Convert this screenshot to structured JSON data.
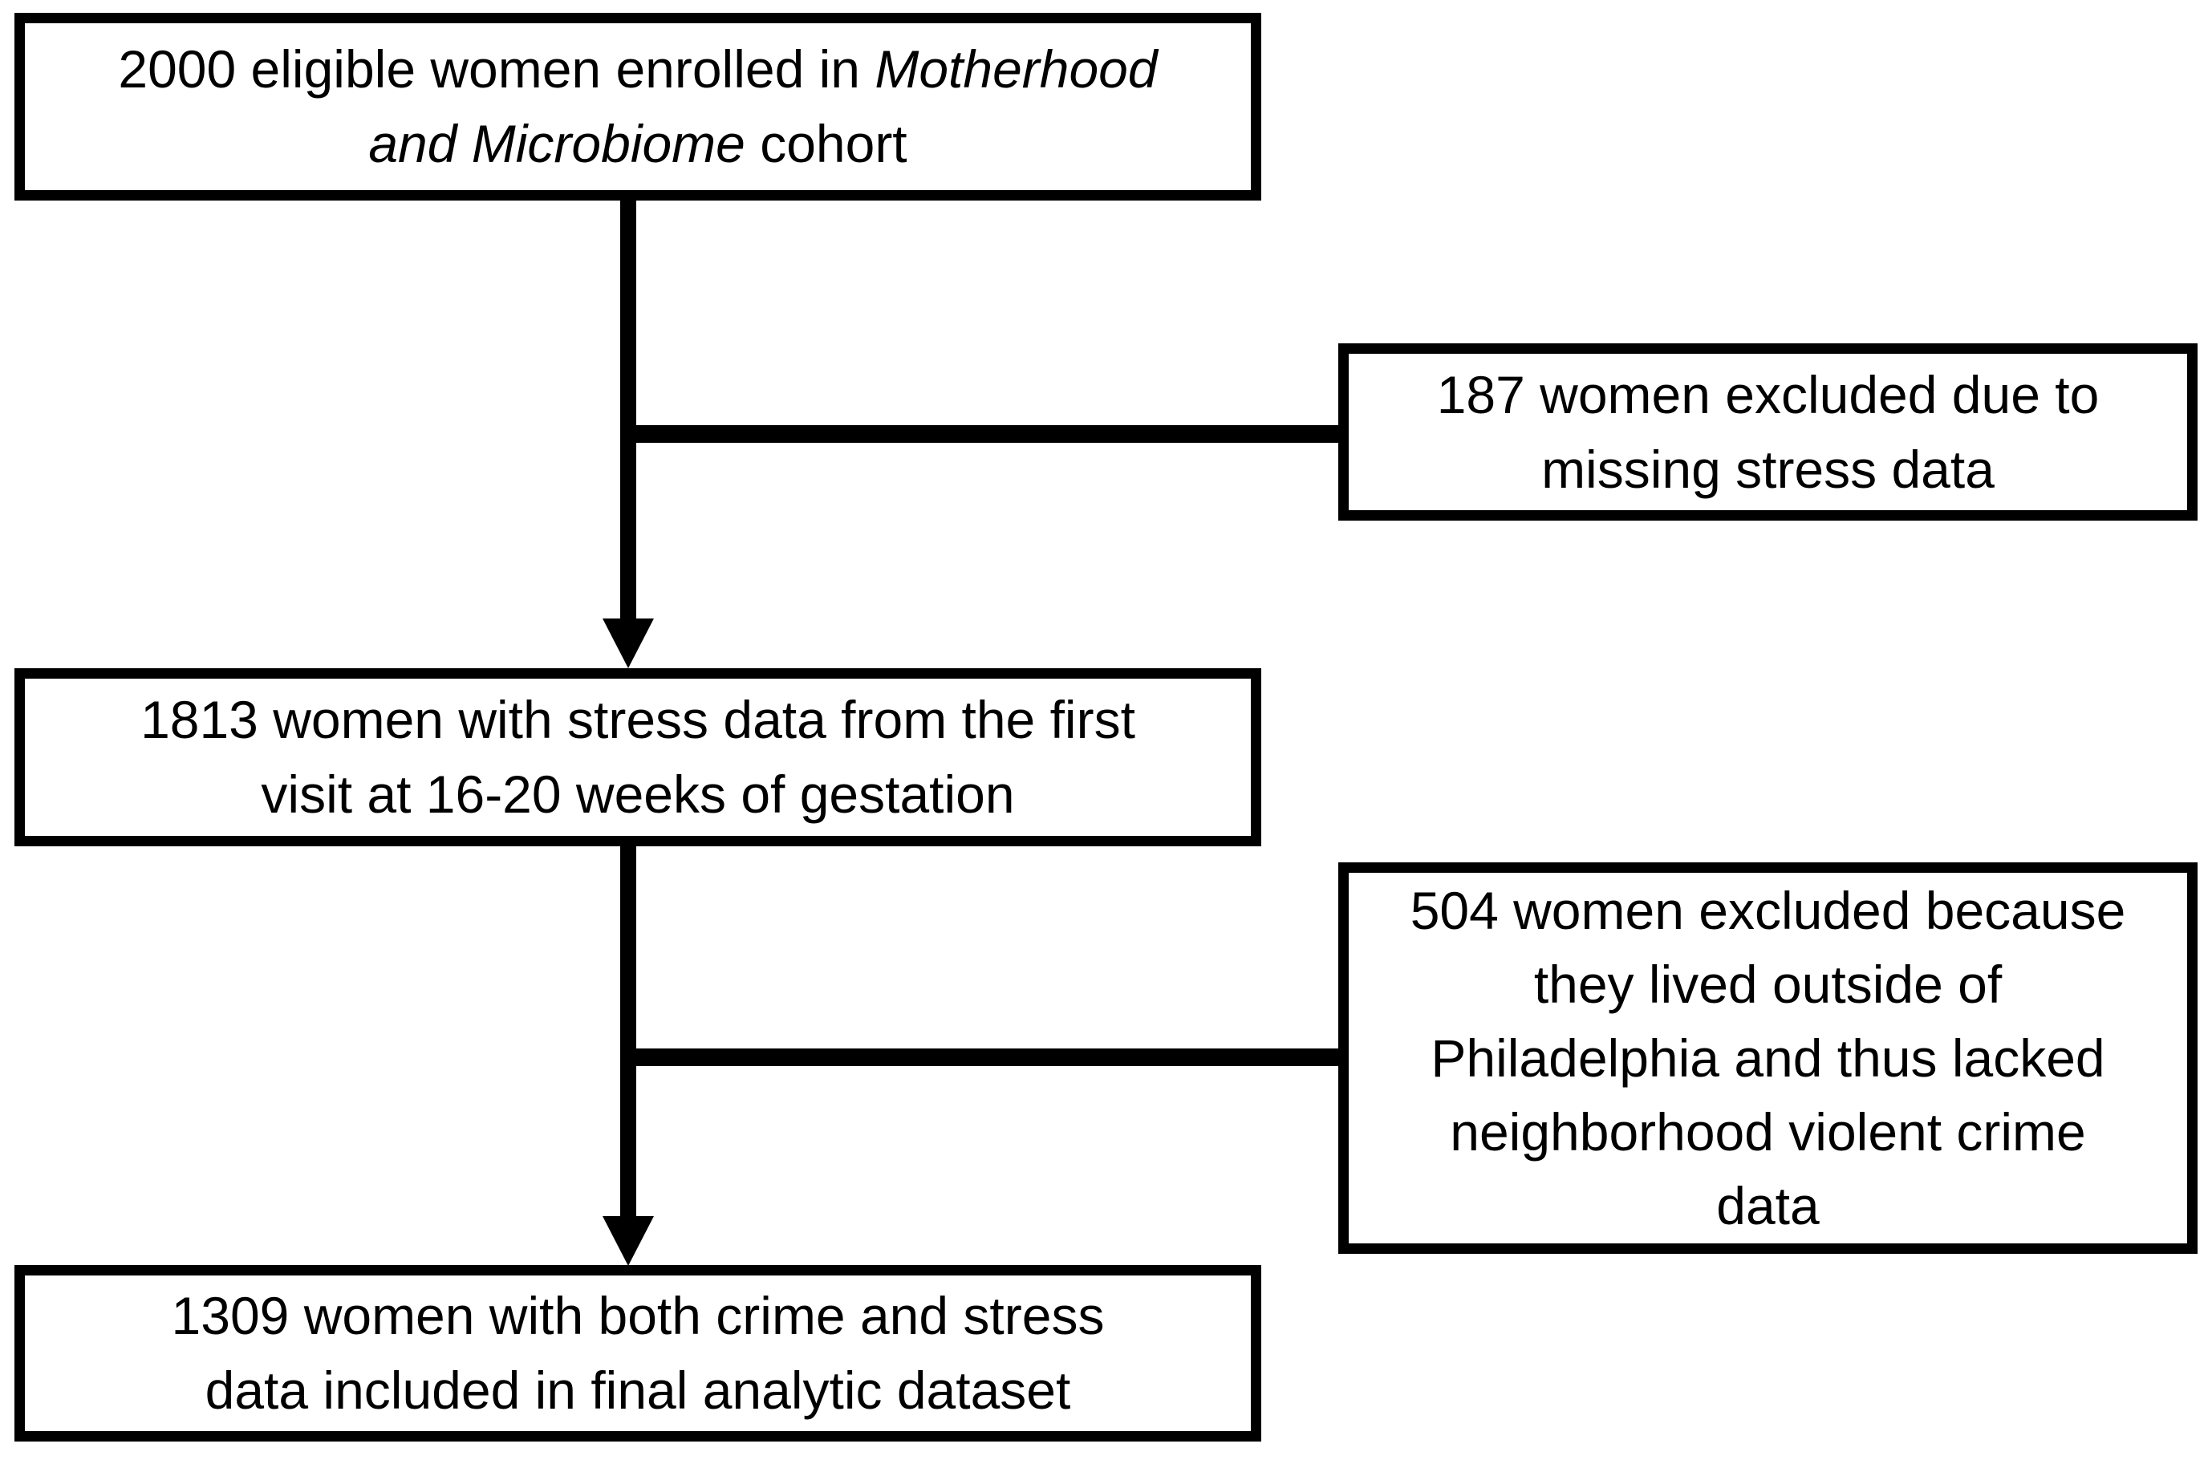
{
  "diagram": {
    "type": "participant-flowchart",
    "theme": {
      "ink_color": "#000000",
      "background_color": "#ffffff"
    },
    "boxes": {
      "enrolled": {
        "line1_regular": "2000 eligible women enrolled in ",
        "line1_italic": "Motherhood",
        "line2_italic": "and Microbiome",
        "line2_regular": " cohort"
      },
      "excluded_stress": {
        "lines": [
          "187 women excluded due to",
          "missing stress data"
        ]
      },
      "eligible_stress": {
        "lines": [
          "1813 women with stress data from the first",
          "visit at 16-20 weeks of gestation"
        ]
      },
      "excluded_crime": {
        "lines": [
          "504 women excluded because",
          "they lived outside of",
          "Philadelphia and thus lacked",
          "neighborhood violent crime",
          "data"
        ]
      },
      "final_dataset": {
        "lines": [
          "1309 women with both crime and stress",
          "data included in final analytic dataset"
        ]
      }
    }
  }
}
